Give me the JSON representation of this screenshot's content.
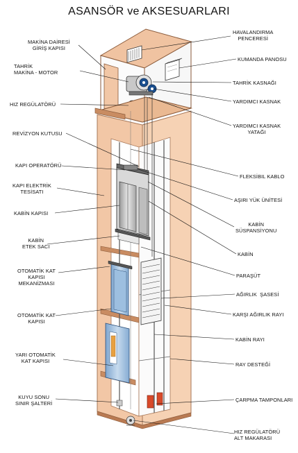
{
  "title": "ASANSÖR ve AKSESUARLARI",
  "labels_left": [
    "MAKİNA DAİRESİ\nGİRİŞ KAPISI",
    "TAHRİK\nMAKİNA - MOTOR",
    "HIZ REGÜLATÖRÜ",
    "REVİZYON KUTUSU",
    "KAPI OPERATÖRÜ",
    "KAPI ELEKTRİK\nTESİSATI",
    "KABİN KAPISI",
    "KABİN\nETEK SACI",
    "OTOMATİK KAT\nKAPISI\nMEKANİZMASI",
    "OTOMATİK KAT\nKAPISI",
    "YARI OTOMATİK\nKAT KAPISI",
    "KUYU SONU\nSINIR ŞALTERİ"
  ],
  "labels_right": [
    "HAVALANDIRMA\nPENCERESİ",
    "KUMANDA PANOSU",
    "TAHRİK KASNAĞI",
    "YARDIMCI KASNAK",
    "YARDIMCI KASNAK\nYATAĞI",
    "FLEKSİBIL KABLO",
    "AŞIRI YÜK ÜNİTESİ",
    "KABİN\nSÜSPANSİYONU",
    "KABİN",
    "PARAŞÜT",
    "AĞIRLIK  ŞASESİ",
    "KARŞI AĞIRLIK RAYI",
    "KABİN RAYI",
    "RAY DESTEĞİ",
    "ÇARPMA TAMPONLARI",
    "HIZ REGÜLATÖRÜ\nALT MAKARASI"
  ]
}
